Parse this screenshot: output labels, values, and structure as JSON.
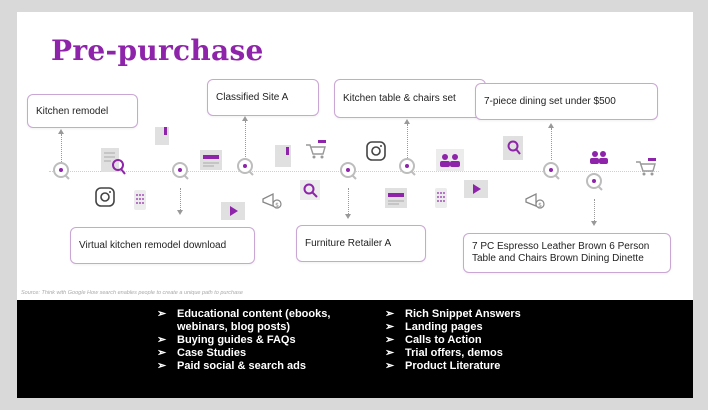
{
  "slide": {
    "title": "Pre-purchase",
    "source": "Source: Think with Google How search enables people to create a unique path to purchase"
  },
  "callouts_top": [
    {
      "text": "Kitchen remodel"
    },
    {
      "text": "Classified Site A"
    },
    {
      "text": "Kitchen table & chairs set"
    },
    {
      "text": "7-piece dining set under $500"
    }
  ],
  "callouts_bottom": [
    {
      "text": "Virtual kitchen remodel download"
    },
    {
      "text": "Furniture Retailer A"
    },
    {
      "text": "7 PC Espresso Leather Brown 6 Person Table and Chairs Brown Dining Dinette"
    }
  ],
  "bullet_symbol": "➢",
  "list_left": [
    "Educational content (ebooks,",
    "webinars, blog posts)",
    "Buying guides & FAQs",
    "Case Studies",
    "Paid social & search ads"
  ],
  "list_right": [
    "Rich Snippet Answers",
    "Landing pages",
    "Calls to Action",
    "Trial offers, demos",
    "Product Literature"
  ],
  "colors": {
    "accent": "#8e24aa",
    "icon_gray": "#b0b0b0",
    "bottom_bg": "#000000"
  },
  "icons": [
    "search-icon",
    "document-icon",
    "instagram-icon",
    "phone-icon",
    "video-icon",
    "megaphone-icon",
    "cart-icon",
    "people-icon",
    "browser-icon"
  ]
}
